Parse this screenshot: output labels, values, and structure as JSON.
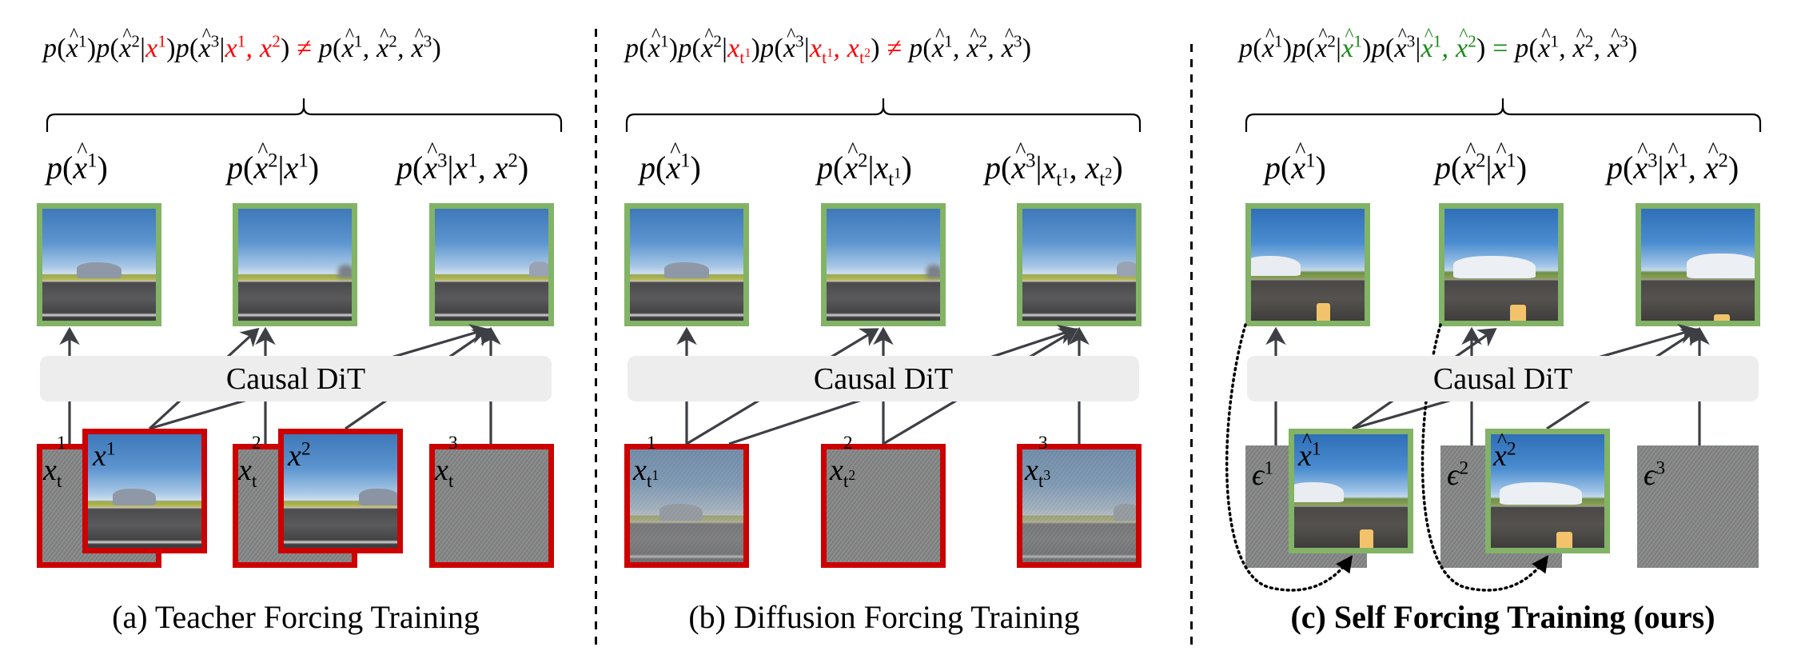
{
  "figure": {
    "panels": [
      {
        "id": "a",
        "caption": "(a) Teacher Forcing Training",
        "caption_bold": false,
        "joint_equation": {
          "lhs": [
            "p(x̂¹)",
            "p(x̂²|x¹)",
            "p(x̂³|x¹, x²)"
          ],
          "relation": "≠",
          "rhs": "p(x̂¹, x̂², x̂³)",
          "highlight_color": "#ff0000",
          "highlighted_terms": [
            "x¹",
            "x¹, x²",
            "≠"
          ]
        },
        "output_labels": [
          "p(x̂¹)",
          "p(x̂²|x¹)",
          "p(x̂³|x¹, x²)"
        ],
        "model_label": "Causal DiT",
        "input_frames": [
          {
            "label": "x_t^1",
            "type": "noisy",
            "border": "#cc0000"
          },
          {
            "label": "x^1",
            "type": "clean",
            "border": "#cc0000"
          },
          {
            "label": "x_t^2",
            "type": "noisy",
            "border": "#cc0000"
          },
          {
            "label": "x^2",
            "type": "clean",
            "border": "#cc0000"
          },
          {
            "label": "x_t^3",
            "type": "noisy",
            "border": "#cc0000"
          }
        ],
        "output_frames": [
          {
            "border": "#82b366"
          },
          {
            "border": "#82b366"
          },
          {
            "border": "#82b366"
          }
        ]
      },
      {
        "id": "b",
        "caption": "(b) Diffusion Forcing Training",
        "caption_bold": false,
        "joint_equation": {
          "lhs": [
            "p(x̂¹)",
            "p(x̂²|x¹_{t¹})",
            "p(x̂³|x¹_{t¹}, x²_{t²})"
          ],
          "relation": "≠",
          "rhs": "p(x̂¹, x̂², x̂³)",
          "highlight_color": "#ff0000",
          "highlighted_terms": [
            "x¹_{t¹}",
            "x¹_{t¹}, x²_{t²}",
            "≠"
          ]
        },
        "output_labels": [
          "p(x̂¹)",
          "p(x̂²|x¹_{t¹})",
          "p(x̂³|x¹_{t¹}, x²_{t²})"
        ],
        "model_label": "Causal DiT",
        "input_frames": [
          {
            "label": "x^1_{t^1}",
            "type": "noisy-partial",
            "border": "#cc0000"
          },
          {
            "label": "x^2_{t^2}",
            "type": "noisy",
            "border": "#cc0000"
          },
          {
            "label": "x^3_{t^3}",
            "type": "noisy-partial",
            "border": "#cc0000"
          }
        ],
        "output_frames": [
          {
            "border": "#82b366"
          },
          {
            "border": "#82b366"
          },
          {
            "border": "#82b366"
          }
        ]
      },
      {
        "id": "c",
        "caption": "(c) Self Forcing Training (ours)",
        "caption_bold": true,
        "joint_equation": {
          "lhs": [
            "p(x̂¹)",
            "p(x̂²|x̂¹)",
            "p(x̂³|x̂¹, x̂²)"
          ],
          "relation": "=",
          "rhs": "p(x̂¹, x̂², x̂³)",
          "highlight_color": "#1a8a1a",
          "highlighted_terms": [
            "x̂¹",
            "x̂¹, x̂²",
            "="
          ]
        },
        "output_labels": [
          "p(x̂¹)",
          "p(x̂²|x̂¹)",
          "p(x̂³|x̂¹, x̂²)"
        ],
        "model_label": "Causal DiT",
        "input_frames": [
          {
            "label": "ϵ^1",
            "type": "noise",
            "border": "none"
          },
          {
            "label": "x̂^1",
            "type": "generated",
            "border": "#82b366"
          },
          {
            "label": "ϵ^2",
            "type": "noise",
            "border": "none"
          },
          {
            "label": "x̂^2",
            "type": "generated",
            "border": "#82b366"
          },
          {
            "label": "ϵ^3",
            "type": "noise",
            "border": "none"
          }
        ],
        "output_frames": [
          {
            "border": "#82b366"
          },
          {
            "border": "#82b366"
          },
          {
            "border": "#82b366"
          }
        ],
        "feedback_arrows": "dotted arrows from generated output frames back to inputs x̂¹, x̂²"
      }
    ],
    "colors": {
      "output_border": "#82b366",
      "input_border_red": "#cc0000",
      "model_box": "#ededed",
      "arrow": "#3d3f44",
      "mismatch": "#ff0000",
      "match": "#1a8a1a"
    }
  }
}
